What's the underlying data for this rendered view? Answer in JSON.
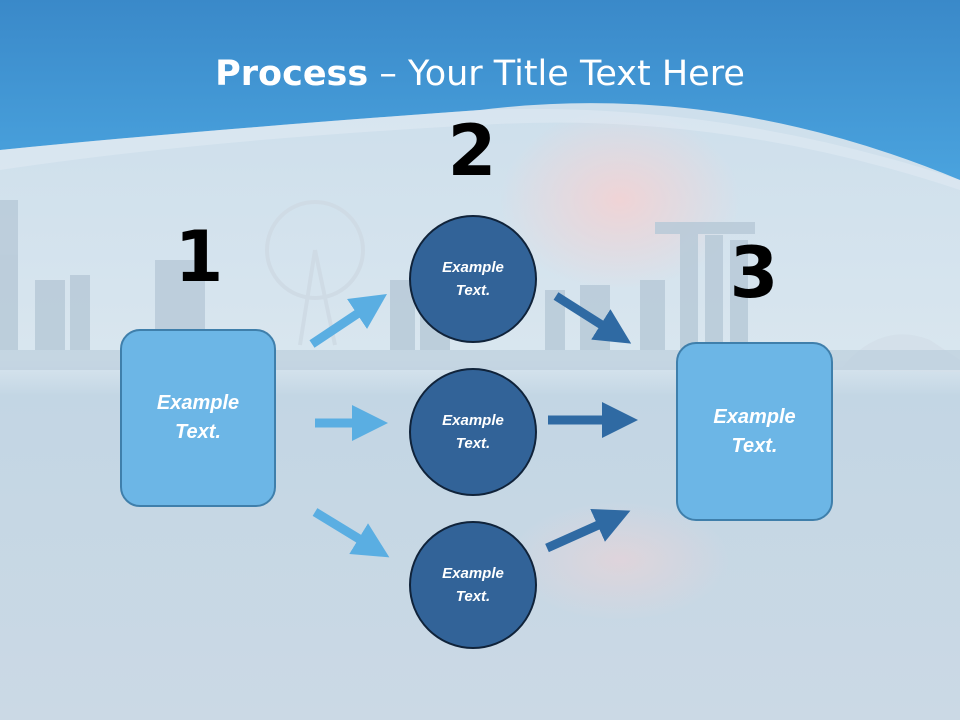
{
  "slide": {
    "title_bold": "Process",
    "title_rest": " – Your Title Text Here"
  },
  "steps": [
    {
      "number": "1",
      "text": "Example\nText."
    },
    {
      "number": "2",
      "items": [
        "Example\nText.",
        "Example\nText.",
        "Example\nText."
      ]
    },
    {
      "number": "3",
      "text": "Example\nText."
    }
  ],
  "colors": {
    "header": "#3b93d4",
    "box_fill": "#6cb6e6",
    "circle_fill": "#326398",
    "arrow_light": "#5aaee2",
    "arrow_dark": "#2f6aa3"
  }
}
